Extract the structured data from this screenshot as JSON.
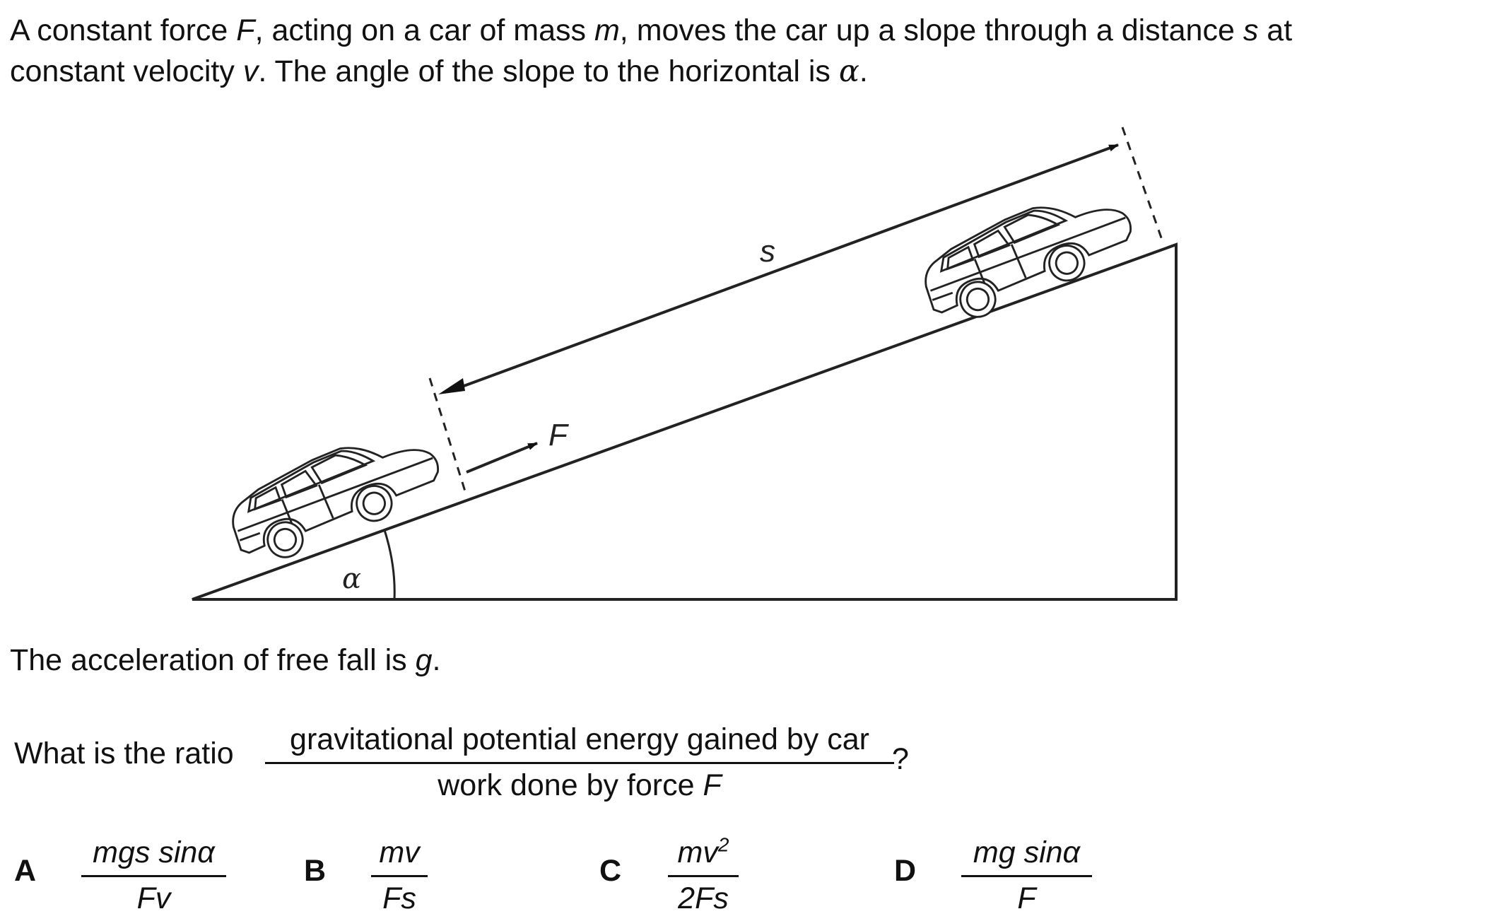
{
  "intro": {
    "line1_parts": [
      "A constant force ",
      "F",
      ", acting on a car of mass ",
      "m",
      ", moves the car up a slope through a distance ",
      "s",
      " at"
    ],
    "line2_parts": [
      "constant velocity ",
      "v",
      ". The angle of the slope to the horizontal is ",
      "α",
      "."
    ]
  },
  "diagram": {
    "distance_label": "s",
    "force_label": "F",
    "angle_label": "α"
  },
  "g_line": {
    "parts": [
      "The acceleration of free fall is ",
      "g",
      "."
    ]
  },
  "question": {
    "lead": "What is the ratio",
    "numerator": "gravitational potential energy gained by car",
    "denominator_text": "work done by force ",
    "denominator_var": "F",
    "end": "?"
  },
  "options": [
    {
      "letter": "A",
      "numerator": "mgs sinα",
      "denominator": "Fv"
    },
    {
      "letter": "B",
      "numerator": "mv",
      "denominator": "Fs"
    },
    {
      "letter": "C",
      "numerator_base": "mv",
      "numerator_exp": "2",
      "denominator": "2Fs"
    },
    {
      "letter": "D",
      "numerator": "mg sinα",
      "denominator": "F"
    }
  ]
}
